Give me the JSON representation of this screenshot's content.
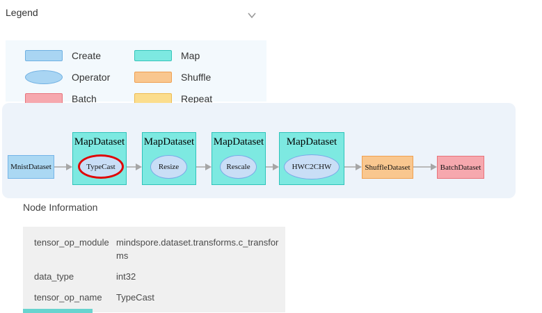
{
  "header": {
    "title": "Legend",
    "collapse_icon": "chevron-down"
  },
  "legend": {
    "items": [
      {
        "label": "Create",
        "shape": "rect",
        "fill": "#a9d5f3",
        "border": "#6fb0e2"
      },
      {
        "label": "Map",
        "shape": "rect",
        "fill": "#7de9e1",
        "border": "#35c4ba"
      },
      {
        "label": "Operator",
        "shape": "ellipse",
        "fill": "#a9d5f3",
        "border": "#6fb0e2"
      },
      {
        "label": "Shuffle",
        "shape": "rect",
        "fill": "#f9c78f",
        "border": "#ef9f50"
      },
      {
        "label": "Batch",
        "shape": "rect",
        "fill": "#f6a8ae",
        "border": "#e7737c"
      },
      {
        "label": "Repeat",
        "shape": "rect",
        "fill": "#fbdd8d",
        "border": "#edba50"
      }
    ]
  },
  "graph": {
    "nodes": [
      {
        "label": "MnistDataset",
        "type": "create"
      },
      {
        "label": "MapDataset",
        "type": "map",
        "op": "TypeCast",
        "selected": true
      },
      {
        "label": "MapDataset",
        "type": "map",
        "op": "Resize"
      },
      {
        "label": "MapDataset",
        "type": "map",
        "op": "Rescale"
      },
      {
        "label": "MapDataset",
        "type": "map",
        "op": "HWC2CHW"
      },
      {
        "label": "ShuffleDataset",
        "type": "shuffle"
      },
      {
        "label": "BatchDataset",
        "type": "batch"
      }
    ],
    "selected_op": "TypeCast",
    "selection_color": "#e00505",
    "background": "#edf3fa"
  },
  "node_info": {
    "title": "Node Information",
    "rows": [
      {
        "key": "tensor_op_module",
        "value": "mindspore.dataset.transforms.c_transforms"
      },
      {
        "key": "data_type",
        "value": "int32"
      },
      {
        "key": "tensor_op_name",
        "value": "TypeCast"
      }
    ]
  }
}
